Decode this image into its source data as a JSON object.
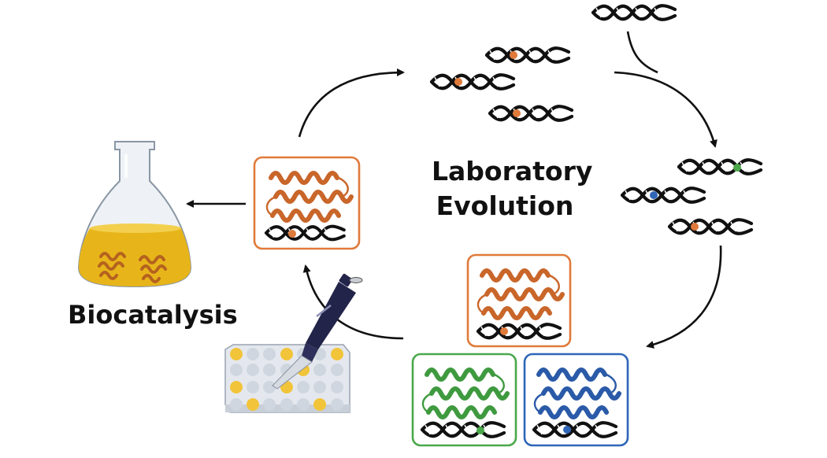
{
  "labels": {
    "laboratory_evolution_line1": "Laboratory",
    "laboratory_evolution_line2": "Evolution",
    "biocatalysis": "Biocatalysis"
  },
  "colors": {
    "orange": "#e07a3a",
    "orange_dark": "#b85a1e",
    "green": "#4aa84a",
    "green_dark": "#2e7a2e",
    "blue": "#2f66b8",
    "blue_dark": "#1d4588",
    "liquid": "#e7b51a",
    "pipette": "#23244a",
    "well_filled": "#f2c43a",
    "plate": "#dfe3ea",
    "arrow": "#111111"
  },
  "icons": {
    "dna": "dna-helix-icon",
    "protein": "protein-helix-bundle-icon",
    "flask": "erlenmeyer-flask-icon",
    "pipette": "pipette-icon",
    "well_plate": "well-plate-icon"
  }
}
